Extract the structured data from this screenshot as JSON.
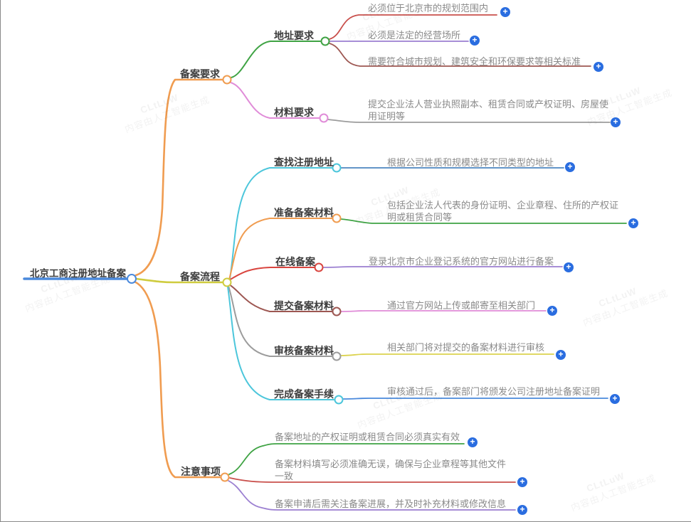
{
  "watermark": {
    "line1": "CLtLuW",
    "line2": "内容由人工智能生成"
  },
  "icons": {
    "plus": "+"
  },
  "colors": {
    "rootBlue": "#4A89DC",
    "orange": "#F09C50",
    "yellow": "#CFCC3F",
    "green": "#3FA344",
    "pink": "#E08CD8",
    "red": "#C9504C",
    "brightRed": "#D9453F",
    "purple": "#9B7FD1",
    "darkRed": "#9D5752",
    "gray": "#9C9C9C",
    "cyan": "#4CC6DB",
    "steelBlue": "#4D86C0",
    "leafYellow": "#DCD34F",
    "plusBlue": "#2A6DE0"
  },
  "root": {
    "label": "北京工商注册地址备案"
  },
  "requirements": {
    "label": "备案要求",
    "address": {
      "label": "地址要求",
      "leaves": {
        "l1": "必须位于北京市的规划范围内",
        "l2": "必须是法定的经营场所",
        "l3": "需要符合城市规划、建筑安全和环保要求等相关标准"
      }
    },
    "materials": {
      "label": "材料要求",
      "leaves": {
        "l1": "提交企业法人营业执照副本、租赁合同或产权证明、房屋使用证明等"
      }
    }
  },
  "process": {
    "label": "备案流程",
    "steps": {
      "s1": {
        "label": "查找注册地址",
        "leaf": "根据公司性质和规模选择不同类型的地址"
      },
      "s2": {
        "label": "准备备案材料",
        "leaf": "包括企业法人代表的身份证明、企业章程、住所的产权证明或租赁合同等"
      },
      "s3": {
        "label": "在线备案",
        "leaf": "登录北京市企业登记系统的官方网站进行备案"
      },
      "s4": {
        "label": "提交备案材料",
        "leaf": "通过官方网站上传或邮寄至相关部门"
      },
      "s5": {
        "label": "审核备案材料",
        "leaf": "相关部门将对提交的备案材料进行审核"
      },
      "s6": {
        "label": "完成备案手续",
        "leaf": "审核通过后，备案部门将颁发公司注册地址备案证明"
      }
    }
  },
  "notes": {
    "label": "注意事项",
    "leaves": {
      "l1": "备案地址的产权证明或租赁合同必须真实有效",
      "l2": "备案材料填写必须准确无误，确保与企业章程等其他文件一致",
      "l3": "备案申请后需关注备案进展，并及时补充材料或修改信息"
    }
  }
}
